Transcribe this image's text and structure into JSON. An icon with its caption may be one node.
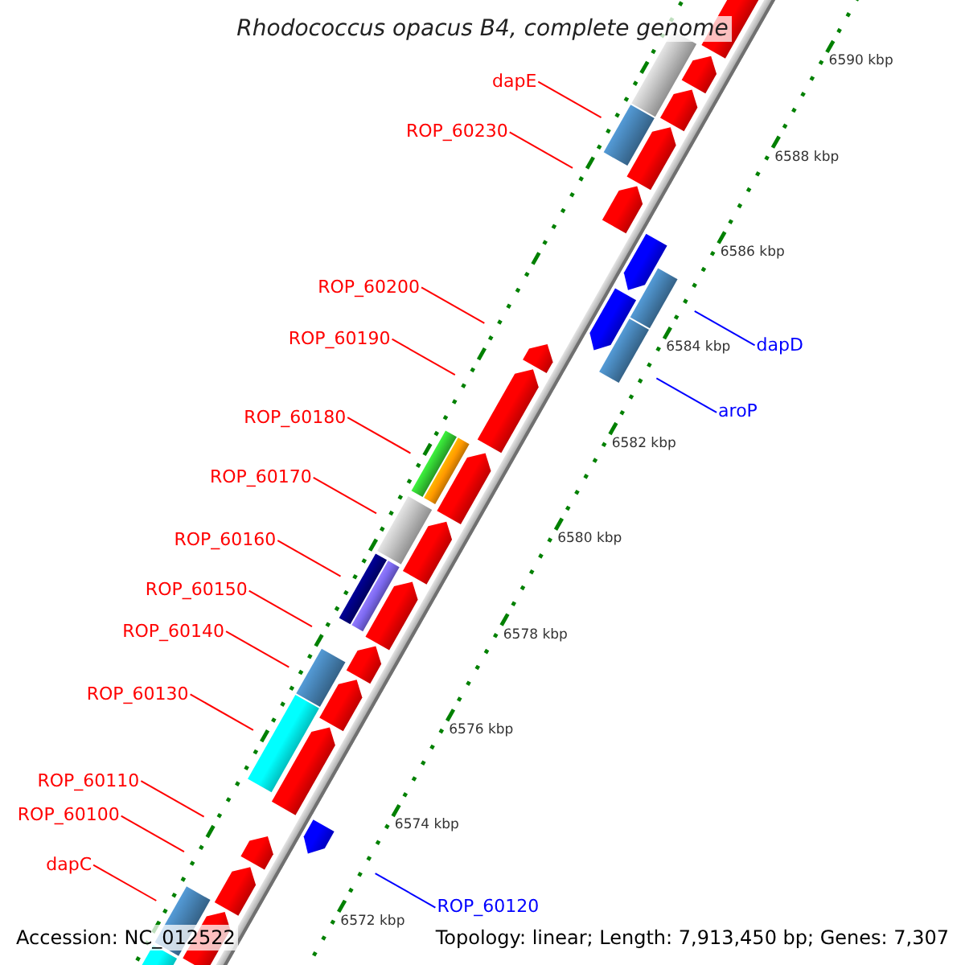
{
  "diagram": {
    "title": "Rhodococcus opacus B4, complete genome",
    "nodes": [
      {
        "text": [
          "dapE"
        ]
      },
      {
        "text": [
          "ROP_60230"
        ]
      },
      {
        "text": [
          "ROP_60200"
        ]
      },
      {
        "text": [
          "ROP_60190"
        ]
      },
      {
        "text": [
          "dapD"
        ]
      },
      {
        "text": [
          "aroP"
        ]
      },
      {
        "text": [
          "ROP_60180"
        ]
      },
      {
        "text": [
          "ROP_60170"
        ]
      },
      {
        "text": [
          "ROP_60160"
        ]
      },
      {
        "text": [
          "ROP_60150"
        ]
      },
      {
        "text": [
          "ROP_60140"
        ]
      },
      {
        "text": [
          "ROP_60130"
        ]
      },
      {
        "text": [
          "ROP_60110"
        ]
      },
      {
        "text": [
          "ROP_60100"
        ]
      },
      {
        "text": [
          "dapC"
        ]
      },
      {
        "text": [
          "ROP_60120"
        ]
      }
    ],
    "edges": [
      {
        "from": 0,
        "to": null,
        "arrow": "none"
      },
      {
        "from": 1,
        "to": null,
        "arrow": "none"
      },
      {
        "from": 2,
        "to": null,
        "arrow": "none"
      },
      {
        "from": 3,
        "to": null,
        "arrow": "none"
      },
      {
        "from": 4,
        "to": null,
        "arrow": "none",
        "color": "#0000ff"
      },
      {
        "from": 5,
        "to": null,
        "arrow": "none",
        "color": "#0000ff"
      },
      {
        "from": 6,
        "to": null,
        "arrow": "none"
      },
      {
        "from": 7,
        "to": null,
        "arrow": "none"
      },
      {
        "from": 8,
        "to": null,
        "arrow": "none"
      },
      {
        "from": 9,
        "to": null,
        "arrow": "none"
      },
      {
        "from": 10,
        "to": null,
        "arrow": "none"
      },
      {
        "from": 11,
        "to": null,
        "arrow": "none"
      },
      {
        "from": 12,
        "to": null,
        "arrow": "none"
      },
      {
        "from": 13,
        "to": null,
        "arrow": "none"
      },
      {
        "from": 14,
        "to": null,
        "arrow": "none"
      },
      {
        "from": 15,
        "to": null,
        "arrow": "none",
        "color": "#0000ff"
      }
    ],
    "labels": [
      "6590 kbp",
      "6588 kbp",
      "6586 kbp",
      "6584 kbp",
      "6582 kbp",
      "6580 kbp",
      "6578 kbp",
      "6576 kbp",
      "6574 kbp",
      "6572 kbp",
      "Accession: NC_012522",
      "Topology: linear; Length: 7,913,450 bp; Genes: 7,307"
    ]
  }
}
